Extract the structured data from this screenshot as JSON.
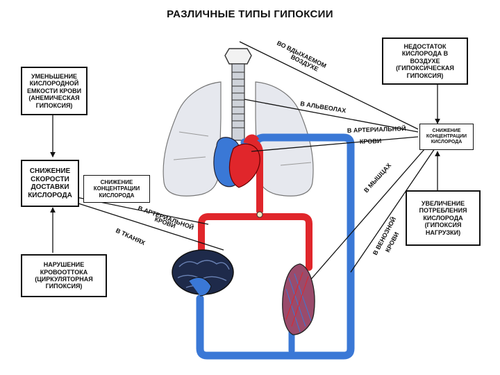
{
  "title": "РАЗЛИЧНЫЕ ТИПЫ ГИПОКСИИ",
  "boxes": {
    "anemic": "УМЕНЬШЕНИЕ\nКИСЛОРОДНОЙ\nЕМКОСТИ КРОВИ\n(АНЕМИЧЕСКАЯ\nГИПОКСИЯ)",
    "delivery": "СНИЖЕНИЕ\nСКОРОСТИ\nДОСТАВКИ\nКИСЛОРОДА",
    "conc_left": "СНИЖЕНИЕ\nКОНЦЕНТРАЦИИ\nКИСЛОРОДА",
    "circulatory": "НАРУШЕНИЕ\nКРОВООТТОКА\n(ЦИРКУЛЯТОРНАЯ\nГИПОКСИЯ)",
    "hypoxic": "НЕДОСТАТОК\nКИСЛОРОДА В\nВОЗДУХЕ\n(ГИПОКСИЧЕСКАЯ\nГИПОКСИЯ)",
    "conc_right": "СНИЖЕНИЕ\nКОНЦЕНТРАЦИИ\nКИСЛОРОДА",
    "load": "УВЕЛИЧЕНИЕ\nПОТРЕБЛЕНИЯ\nКИСЛОРОДА\n(ГИПОКСИЯ\nНАГРУЗКИ)"
  },
  "labels": {
    "inhaled_1": "ВО ВДЫХАЕМОМ",
    "inhaled_2": "ВОЗДУХЕ",
    "alveoli": "В АЛЬВЕОЛАХ",
    "arterial_right_1": "В АРТЕРИАЛЬНОЙ",
    "arterial_right_2": "КРОВИ",
    "muscles": "В МЫШЦАХ",
    "venous_1": "В ВЕНОЗНОЙ",
    "venous_2": "КРОВИ",
    "arterial_left_1": "В АРТЕРИАЛЬНОЙ",
    "arterial_left_2": "КРОВИ",
    "tissues": "В ТКАНЯХ"
  },
  "colors": {
    "arterial": "#e0262b",
    "venous": "#3a78d6",
    "lung": "#e6e8ee",
    "line": "#111111"
  }
}
